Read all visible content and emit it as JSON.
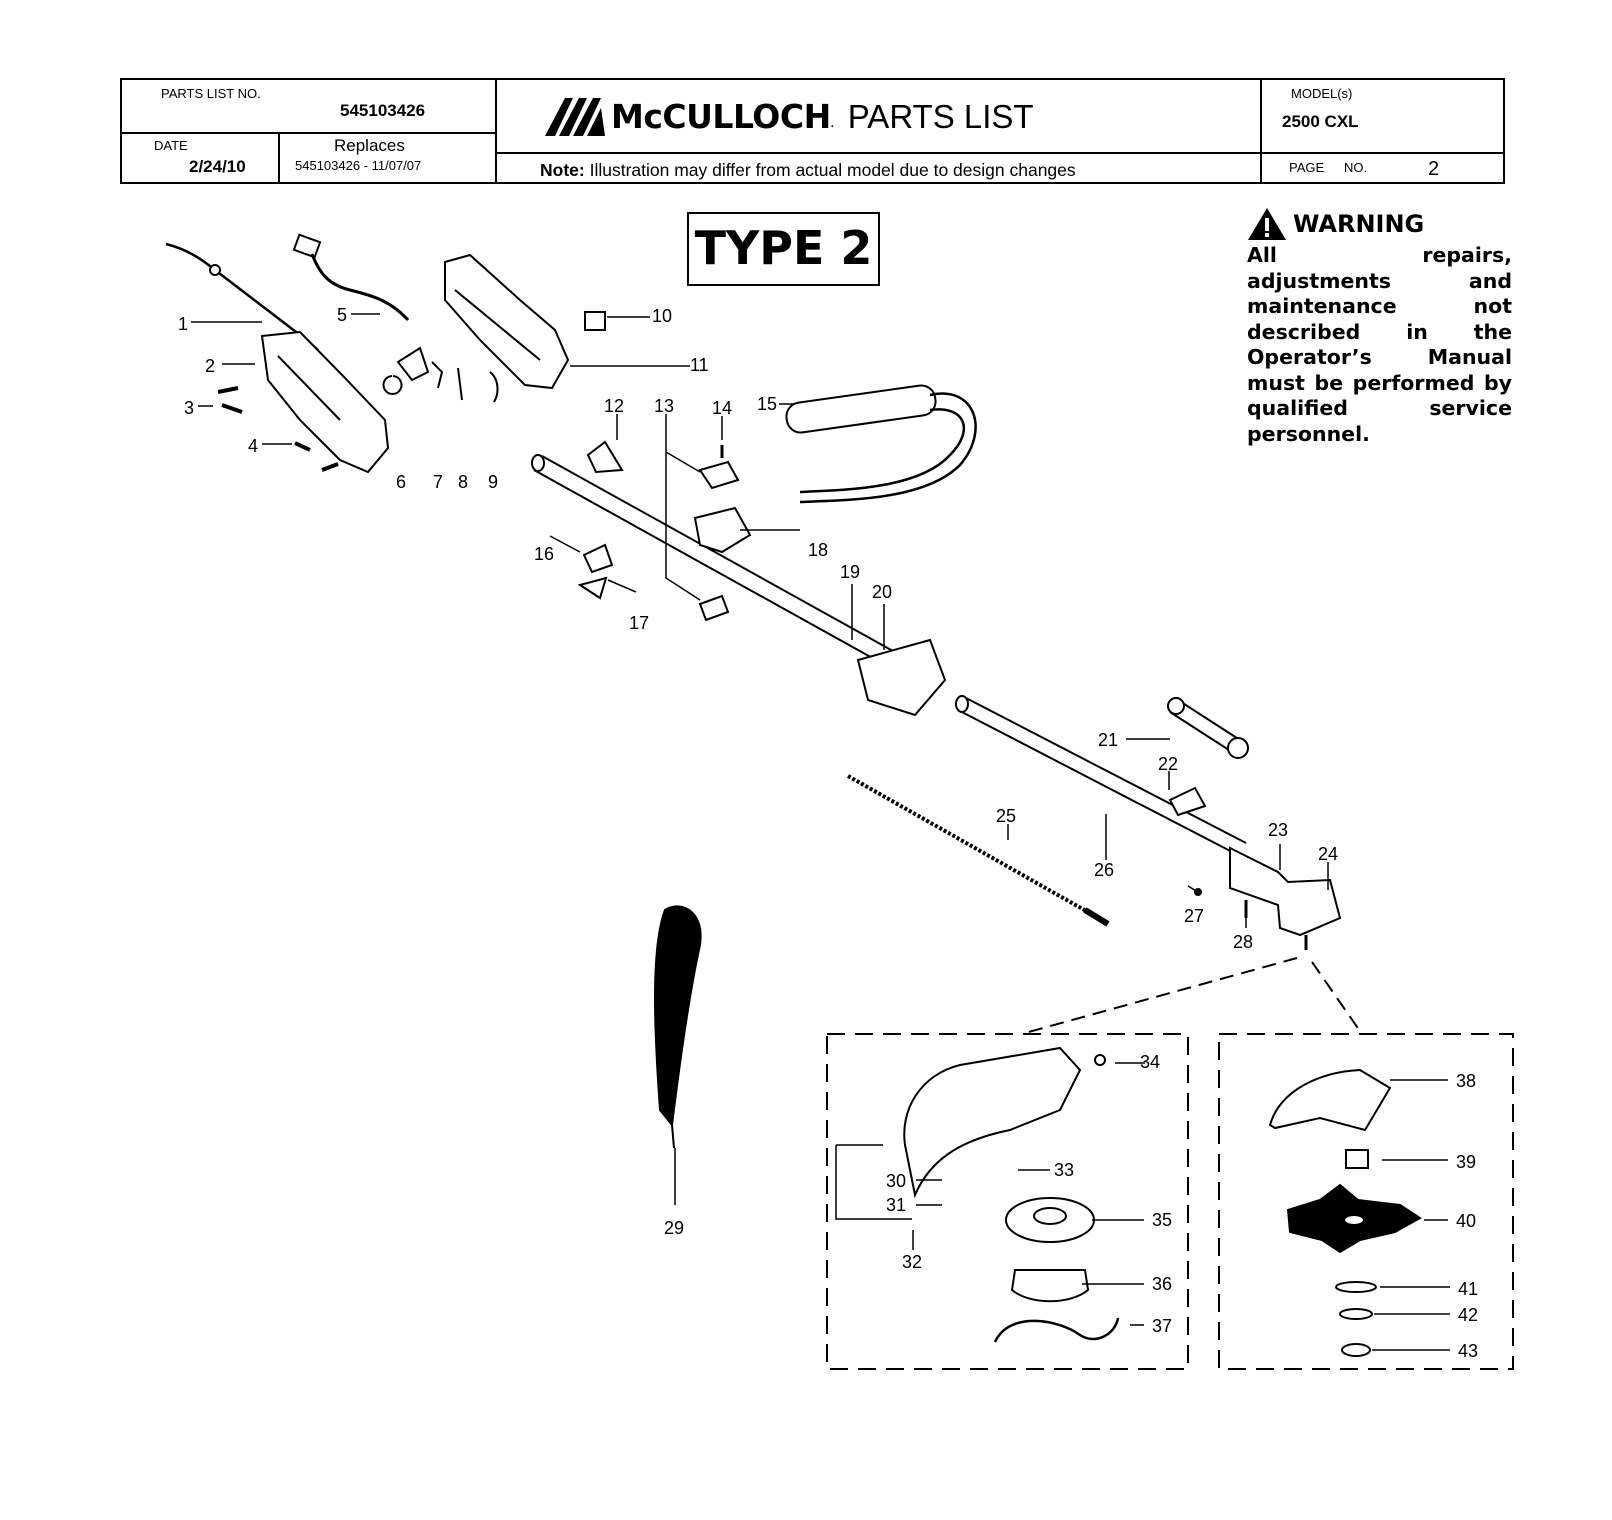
{
  "header": {
    "parts_list_no_label": "PARTS LIST NO.",
    "parts_list_no": "545103426",
    "date_label": "DATE",
    "date": "2/24/10",
    "replaces_label": "Replaces",
    "replaces": "545103426 - 11/07/07",
    "brand": "McCULLOCH",
    "brand_mark": ".",
    "title": "PARTS LIST",
    "note_label": "Note:",
    "note": "Illustration may differ from actual model due to design changes",
    "models_label": "MODEL(s)",
    "model": "2500 CXL",
    "page_label": "PAGE",
    "page_no_label": "NO.",
    "page_no": "2"
  },
  "type_label": "TYPE 2",
  "warning": {
    "heading": "WARNING",
    "icon": "warning-triangle-icon",
    "text": "All repairs, adjustments and maintenance not described in the Operator’s Manual must be performed by qualified service personnel."
  },
  "callouts": [
    "1",
    "2",
    "3",
    "4",
    "5",
    "6",
    "7",
    "8",
    "9",
    "10",
    "11",
    "12",
    "13",
    "14",
    "15",
    "16",
    "17",
    "18",
    "19",
    "20",
    "21",
    "22",
    "23",
    "24",
    "25",
    "26",
    "27",
    "28",
    "29",
    "30",
    "31",
    "32",
    "33",
    "34",
    "35",
    "36",
    "37",
    "38",
    "39",
    "40",
    "41",
    "42",
    "43"
  ]
}
